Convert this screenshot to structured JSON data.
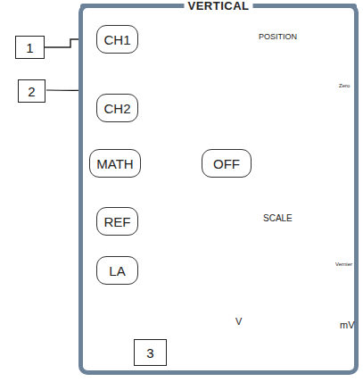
{
  "diagram": {
    "nodes": [
      {
        "text": [
          "VERTICAL"
        ]
      },
      {
        "text": [
          "CH1"
        ],
        "in": 0
      },
      {
        "text": [
          "CH2"
        ],
        "in": 0
      },
      {
        "text": [
          "MATH"
        ],
        "in": 0
      },
      {
        "text": [
          "OFF"
        ],
        "in": 0
      },
      {
        "text": [
          "REF"
        ],
        "in": 0
      },
      {
        "text": [
          "LA"
        ],
        "in": 0
      },
      {
        "text": [
          "1"
        ]
      },
      {
        "text": [
          "2"
        ]
      },
      {
        "text": [
          "3"
        ]
      }
    ],
    "edges": [
      {
        "from": 7,
        "to": 1,
        "arrow": "to"
      },
      {
        "from": 3,
        "to": 4,
        "arrow": "none"
      }
    ],
    "labels": [
      "POSITION",
      "Zero",
      "SCALE",
      "Vernier",
      "V",
      "mV"
    ]
  }
}
